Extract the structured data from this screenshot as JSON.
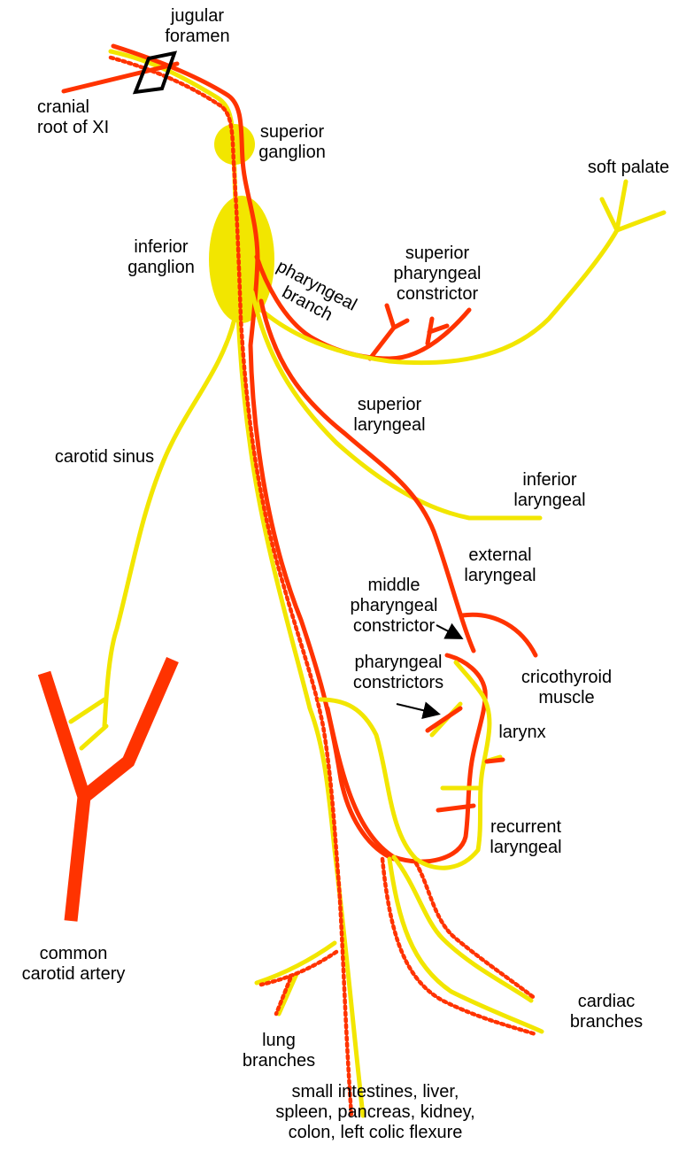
{
  "colors": {
    "nerve_yellow": "#f2e600",
    "nerve_red": "#ff3300",
    "outline": "#000000",
    "background": "#ffffff"
  },
  "labels": {
    "jugular_foramen": [
      "jugular",
      "foramen"
    ],
    "cranial_root": [
      "cranial",
      "root of XI"
    ],
    "superior_ganglion": [
      "superior",
      "ganglion"
    ],
    "soft_palate": [
      "soft palate"
    ],
    "inferior_ganglion": [
      "inferior",
      "ganglion"
    ],
    "superior_pharyngeal_constrictor": [
      "superior",
      "pharyngeal",
      "constrictor"
    ],
    "pharyngeal_branch": [
      "pharyngeal",
      "branch"
    ],
    "superior_laryngeal": [
      "superior",
      "laryngeal"
    ],
    "carotid_sinus": [
      "carotid sinus"
    ],
    "inferior_laryngeal": [
      "inferior",
      "laryngeal"
    ],
    "external_laryngeal": [
      "external",
      "laryngeal"
    ],
    "middle_pharyngeal_constrictor": [
      "middle",
      "pharyngeal",
      "constrictor"
    ],
    "cricothyroid_muscle": [
      "cricothyroid",
      "muscle"
    ],
    "pharyngeal_constrictors": [
      "pharyngeal",
      "constrictors"
    ],
    "larynx": [
      "larynx"
    ],
    "recurrent_laryngeal": [
      "recurrent",
      "laryngeal"
    ],
    "common_carotid_artery": [
      "common",
      "carotid artery"
    ],
    "cardiac_branches": [
      "cardiac",
      "branches"
    ],
    "lung_branches": [
      "lung",
      "branches"
    ],
    "abdominal_organs": [
      "small intestines, liver,",
      "spleen, pancreas, kidney,",
      "colon, left colic flexure"
    ]
  }
}
